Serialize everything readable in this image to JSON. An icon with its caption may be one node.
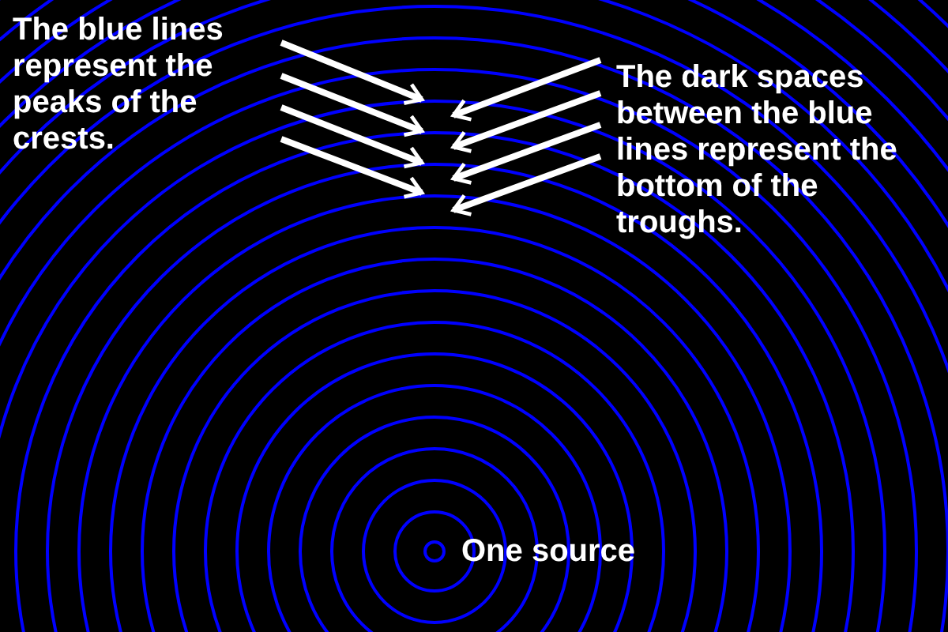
{
  "diagram": {
    "nodes": [
      {
        "text": [
          "The blue lines represent the peaks of the crests."
        ]
      },
      {
        "text": [
          "The dark spaces between the blue lines represent the bottom of the troughs."
        ]
      }
    ],
    "edges": [
      {
        "from": 0,
        "to": null,
        "arrow": "to"
      },
      {
        "from": 0,
        "to": null,
        "arrow": "to"
      },
      {
        "from": 0,
        "to": null,
        "arrow": "to"
      },
      {
        "from": 0,
        "to": null,
        "arrow": "to"
      },
      {
        "from": 1,
        "to": null,
        "arrow": "to"
      },
      {
        "from": 1,
        "to": null,
        "arrow": "to"
      },
      {
        "from": 1,
        "to": null,
        "arrow": "to"
      },
      {
        "from": 1,
        "to": null,
        "arrow": "to"
      }
    ],
    "labels": [
      "One source"
    ]
  }
}
